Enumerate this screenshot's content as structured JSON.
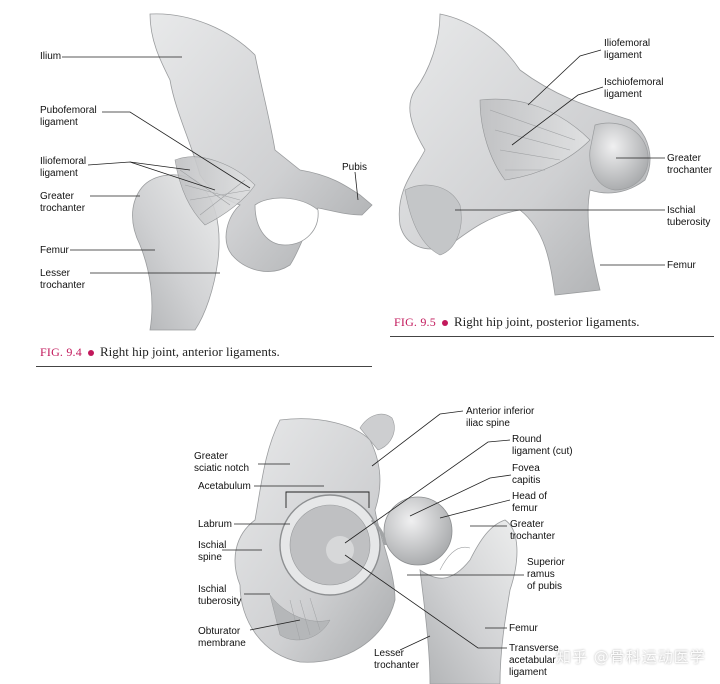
{
  "fig_anterior": {
    "caption_number": "FIG. 9.4",
    "caption_text": "Right hip joint, anterior ligaments.",
    "labels": {
      "ilium": "Ilium",
      "pubofemoral": "Pubofemoral\nligament",
      "iliofemoral": "Iliofemoral\nligament",
      "greater_trochanter": "Greater\ntrochanter",
      "femur": "Femur",
      "lesser_trochanter": "Lesser\ntrochanter",
      "pubis": "Pubis"
    }
  },
  "fig_posterior": {
    "caption_number": "FIG. 9.5",
    "caption_text": "Right hip joint, posterior ligaments.",
    "labels": {
      "iliofemoral": "Iliofemoral\nligament",
      "ischiofemoral": "Ischiofemoral\nligament",
      "greater_trochanter": "Greater\ntrochanter",
      "ischial_tuberosity": "Ischial\ntuberosity",
      "femur": "Femur"
    }
  },
  "fig_lateral": {
    "labels": {
      "anterior_inferior_iliac_spine": "Anterior inferior\niliac spine",
      "round_ligament": "Round\nligament (cut)",
      "greater_sciatic_notch": "Greater\nsciatic notch",
      "fovea_capitis": "Fovea\ncapitis",
      "acetabulum": "Acetabulum",
      "head_of_femur": "Head of\nfemur",
      "labrum": "Labrum",
      "greater_trochanter": "Greater\ntrochanter",
      "ischial_spine": "Ischial\nspine",
      "superior_ramus": "Superior\nramus\nof pubis",
      "ischial_tuberosity": "Ischial\ntuberosity",
      "obturator_membrane": "Obturator\nmembrane",
      "femur": "Femur",
      "lesser_trochanter": "Lesser\ntrochanter",
      "transverse_acetabular_ligament": "Transverse\nacetabular\nligament"
    }
  },
  "watermark": "知乎 @骨科运动医学",
  "colors": {
    "caption_accent": "#c2185b",
    "bone": "#d9dadb",
    "bone_shadow": "#a9abad"
  }
}
